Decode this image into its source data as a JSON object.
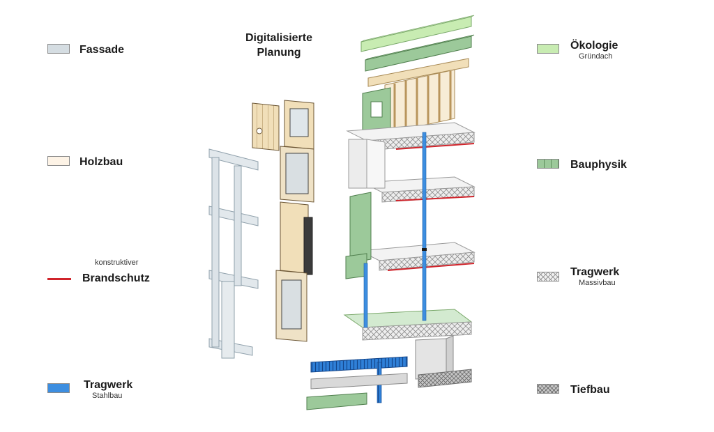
{
  "title": {
    "line1": "Digitalisierte",
    "line2": "Planung"
  },
  "legend_left": [
    {
      "label": "Fassade",
      "sub": "",
      "color": "#d5dde2"
    },
    {
      "label": "Holzbau",
      "sub": "",
      "color": "#fdf3e6"
    },
    {
      "pre": "konstruktiver",
      "label": "Brandschutz",
      "color": "#d0242b"
    },
    {
      "label": "Tragwerk",
      "sub": "Stahlbau",
      "color": "#3d8ee0"
    }
  ],
  "legend_right": [
    {
      "label": "Ökologie",
      "sub": "Gründach",
      "color": "#c8ecb2"
    },
    {
      "label": "Bauphysik",
      "sub": "",
      "color": "#9cc99a"
    },
    {
      "label": "Tragwerk",
      "sub": "Massivbau",
      "color": "#ececec"
    },
    {
      "label": "Tiefbau",
      "sub": "",
      "color": "#bdbdbd"
    }
  ]
}
